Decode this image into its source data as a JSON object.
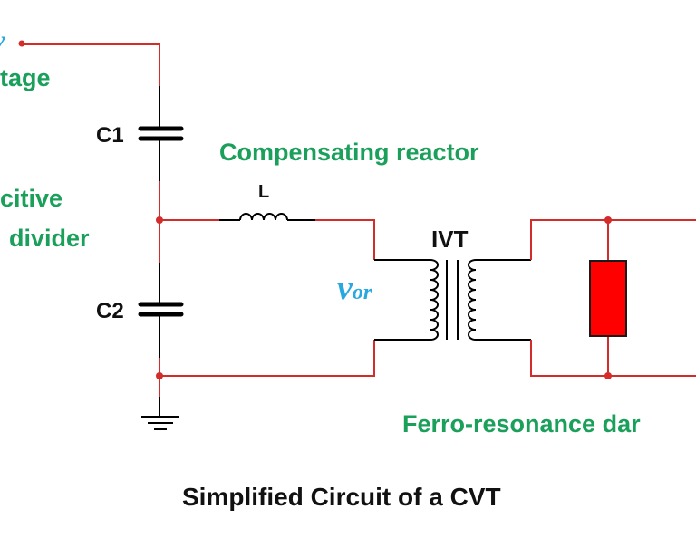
{
  "diagram": {
    "title": "Simplified Circuit of a CVT",
    "labels": {
      "input_voltage_partial": "tage",
      "input_voltage_symbol_partial": "v",
      "capacitive_line1_partial": "citive",
      "capacitive_line2_partial": "divider",
      "compensating_reactor": "Compensating reactor",
      "ferro_resonance_partial": "Ferro-resonance dar",
      "c1": "C1",
      "c2": "C2",
      "inductor": "L",
      "transformer": "IVT",
      "vor_main": "v",
      "vor_sub": "or"
    },
    "components": [
      {
        "id": "C1",
        "type": "capacitor"
      },
      {
        "id": "C2",
        "type": "capacitor"
      },
      {
        "id": "L",
        "type": "inductor"
      },
      {
        "id": "IVT",
        "type": "transformer"
      },
      {
        "id": "damper",
        "type": "resistor"
      },
      {
        "id": "ground",
        "type": "ground"
      }
    ],
    "colors": {
      "wire": "#d42b2b",
      "component": "#000000",
      "label_green": "#1aa05a",
      "label_blue": "#29a8e0",
      "resistor_fill": "#ff0000"
    }
  }
}
